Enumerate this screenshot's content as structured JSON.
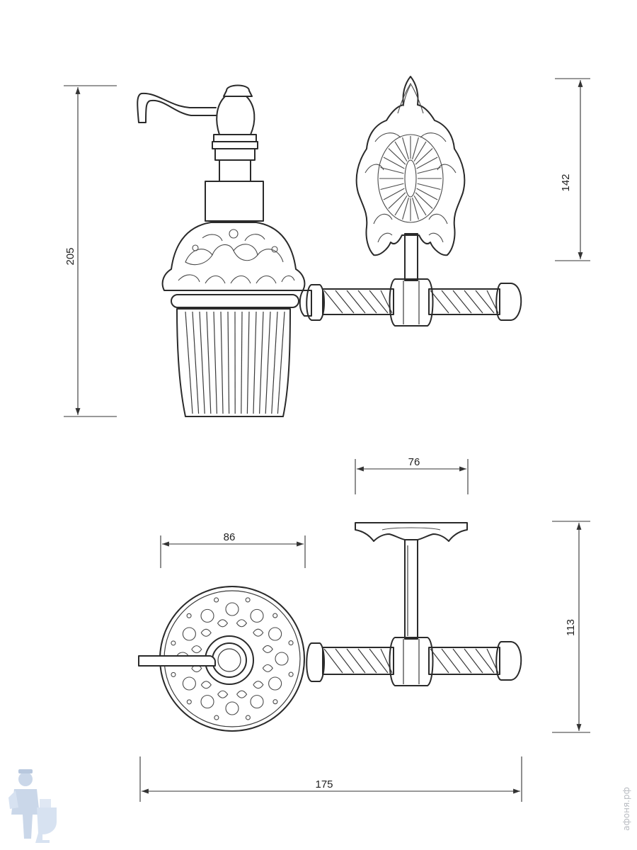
{
  "dimensions": {
    "total_height": "205",
    "holder_height": "142",
    "holder_width": "76",
    "dispenser_width": "86",
    "projection": "113",
    "total_width": "175"
  },
  "watermark": {
    "domain_text": "афоня.рф",
    "logo_icon": "plumber-with-toilet-icon"
  },
  "colors": {
    "line": "#2a2a2a",
    "watermark": "#9fb7d8"
  }
}
